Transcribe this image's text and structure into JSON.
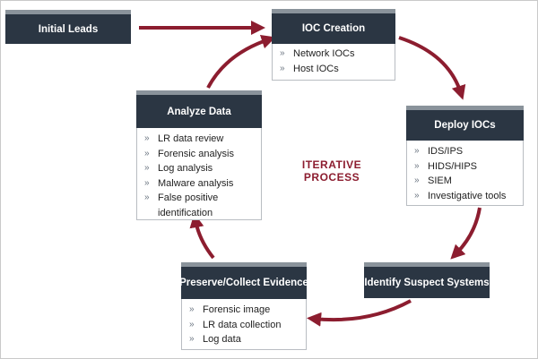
{
  "colors": {
    "header_bg": "#2b3643",
    "header_top_stripe": "#8a939b",
    "arrow": "#8c1d2f",
    "center_text": "#8c1d2f"
  },
  "center": {
    "line1": "ITERATIVE",
    "line2": "PROCESS"
  },
  "nodes": {
    "initial_leads": {
      "title": "Initial Leads"
    },
    "ioc_creation": {
      "title": "IOC Creation",
      "items": [
        "Network IOCs",
        "Host IOCs"
      ]
    },
    "deploy_iocs": {
      "title": "Deploy IOCs",
      "items": [
        "IDS/IPS",
        "HIDS/HIPS",
        "SIEM",
        "Investigative tools"
      ]
    },
    "identify_suspect": {
      "title": "Identify Suspect Systems"
    },
    "preserve_collect": {
      "title": "Preserve/Collect Evidence",
      "items": [
        "Forensic image",
        "LR data collection",
        "Log data"
      ]
    },
    "analyze_data": {
      "title": "Analyze Data",
      "items": [
        "LR data review",
        "Forensic analysis",
        "Log analysis",
        "Malware analysis",
        "False positive identification"
      ]
    }
  },
  "bullet_glyph": "»",
  "icons": {
    "arrowhead": "arrowhead-icon"
  }
}
